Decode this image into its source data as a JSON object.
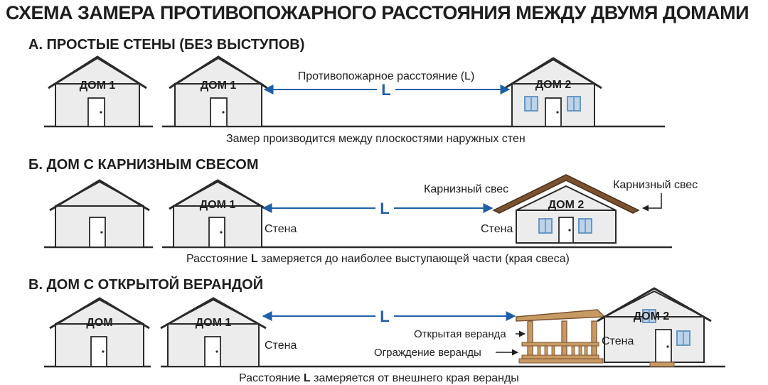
{
  "title": "СХЕМА ЗАМЕРА ПРОТИВОПОЖАРНОГО РАССТОЯНИЯ МЕЖДУ ДВУМЯ ДОМАМИ",
  "section_a": {
    "heading": "А. ПРОСТЫЕ СТЕНЫ (БЕЗ ВЫСТУПОВ)",
    "house_left_label": "ДОМ 1",
    "house_mid_label": "ДОМ 1",
    "house_right_label": "ДОМ 2",
    "distance_label": "Противопожарное расстояние (L)",
    "l_symbol": "L",
    "caption": "Замер производится между плоскостями наружных стен"
  },
  "section_b": {
    "heading": "Б. ДОМ С КАРНИЗНЫМ СВЕСОМ",
    "house_mid_label": "ДОМ 1",
    "house_right_label": "ДОМ 2",
    "l_symbol": "L",
    "wall_left": "Стена",
    "wall_right": "Стена",
    "eave_label_center": "Карнизный свес",
    "eave_label_right": "Карнизный свес",
    "caption_pre": "Расстояние ",
    "caption_bold": "L",
    "caption_post": " замеряется до наиболее выступающей части (края свеса)"
  },
  "section_c": {
    "heading": "В. ДОМ С ОТКРЫТОЙ ВЕРАНДОЙ",
    "house_left_label": "ДОМ",
    "house_mid_label": "ДОМ 1",
    "house_right_label": "ДОМ 2",
    "l_symbol": "L",
    "wall_left": "Стена",
    "wall_right": "Стена",
    "veranda_label": "Открытая веранда",
    "railing_label": "Ограждение веранды",
    "caption_pre": "Расстояние ",
    "caption_bold": "L",
    "caption_post": " замеряется от внешнего края веранды"
  },
  "colors": {
    "arrow": "#1f5fa8",
    "wall_fill": "#ececec",
    "outline": "#2a2a2a",
    "roof_brown": "#7a5230",
    "wood": "#c89a63",
    "window": "#5d8fbf"
  }
}
